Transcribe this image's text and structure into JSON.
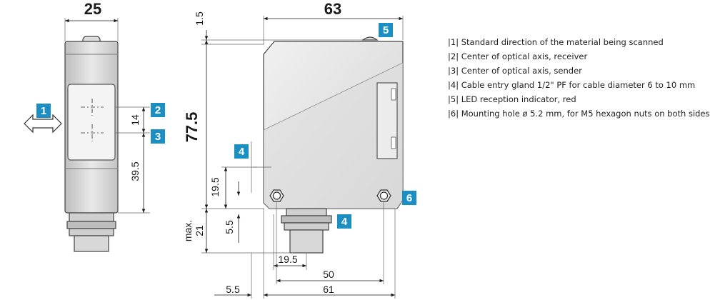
{
  "dimensions": {
    "front_width": "25",
    "top_width": "63",
    "top_offset": "1.5",
    "overall_height": "77.5",
    "axis_spacing": "14",
    "axis_height": "39.5",
    "gland_height_label": "max.",
    "gland_height": "21",
    "gland_offset_left": "19.5",
    "gland_offset_small": "5.5",
    "hole_height": "19.5",
    "hole_offset": "5.5",
    "gland_center": "19.5",
    "hole_spacing": "50",
    "body_width": "61",
    "edge_offset": "5.5"
  },
  "badges": {
    "b1": "1",
    "b2": "2",
    "b3": "3",
    "b4a": "4",
    "b4b": "4",
    "b5": "5",
    "b6": "6"
  },
  "colors": {
    "badge": "#1b8fc4",
    "housing_fill": "#e6e6e6",
    "housing_stroke": "#444444"
  },
  "legend": [
    "|1| Standard direction of the material being scanned",
    "|2| Center of optical axis, receiver",
    "|3| Center of optical axis, sender",
    "|4| Cable entry gland 1/2\" PF for cable diameter 6 to 10 mm",
    "|5| LED reception indicator, red",
    "|6| Mounting hole ø 5.2 mm, for M5 hexagon nuts on both sides"
  ]
}
